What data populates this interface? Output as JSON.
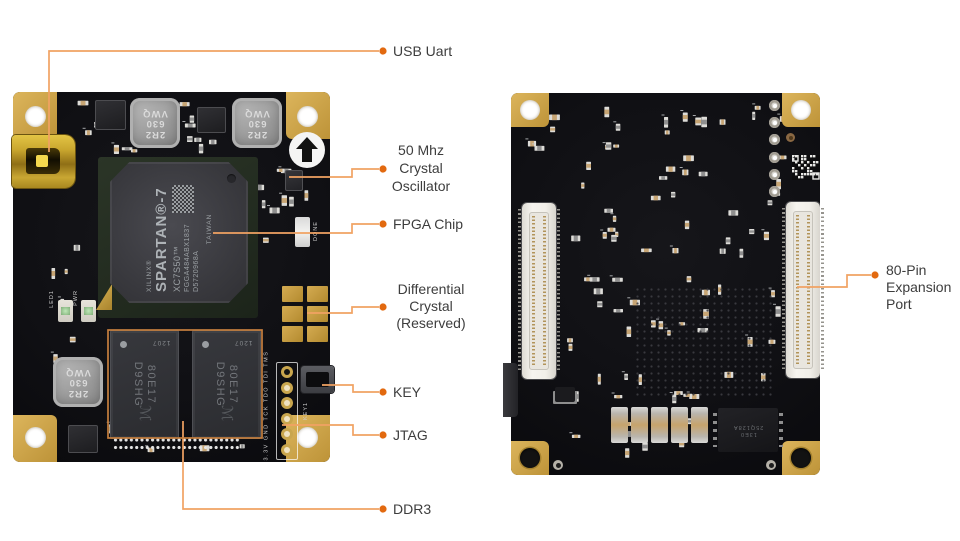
{
  "annotations": {
    "usb_uart": {
      "text": "USB Uart"
    },
    "crystal_oscillator": {
      "lines": [
        "50 Mhz",
        "Crystal",
        "Oscillator"
      ]
    },
    "fpga_chip": {
      "text": "FPGA Chip"
    },
    "differential_crystal": {
      "lines": [
        "Differential",
        "Crystal",
        "(Reserved)"
      ]
    },
    "key": {
      "text": "KEY"
    },
    "jtag": {
      "text": "JTAG"
    },
    "ddr3": {
      "text": "DDR3"
    },
    "expansion_port": {
      "lines": [
        "80-Pin",
        "Expansion",
        "Port"
      ]
    }
  },
  "front_board": {
    "fpga_marking": {
      "brand": "XILINX®",
      "family": "SPARTAN®-7",
      "part": "XC7S50™",
      "package": "FGGA484ABX1837",
      "lot": "D5720968A",
      "origin": "TAIWAN"
    },
    "inductor_marking": {
      "lines": [
        "2R2",
        "630",
        "VWQ"
      ]
    },
    "ddr_marking": {
      "date": "1207",
      "line1": "80E17",
      "line2": "D9SHG",
      "logo_glyph": "ℳ"
    },
    "jtag_pin_labels": "3.3V GND TCK TDO TDI TMS",
    "led_labels": {
      "led1": "LED1",
      "pwr": "PWR"
    },
    "done_label": "DONE",
    "key_silk": "KEY1"
  },
  "back_board": {
    "flash_marking": {
      "line1": "25Q128A",
      "line2": "13E0"
    }
  },
  "colors": {
    "background": "#ffffff",
    "leader_line": "#f1a263",
    "marker_dot": "#e2690f",
    "ddr_outline": "#c67f3e",
    "label_text": "#3d3d3d",
    "pcb": "#101014",
    "gold": "#c99f45"
  }
}
